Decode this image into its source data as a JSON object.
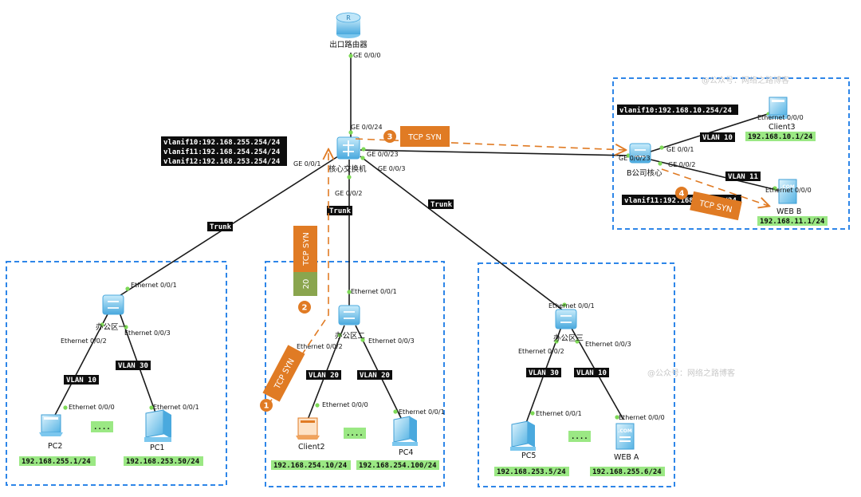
{
  "router": {
    "name": "出口路由器",
    "port": "GE 0/0/0"
  },
  "core": {
    "name": "核心交换机",
    "ports": {
      "up": "GE 0/0/24",
      "b": "GE 0/0/23",
      "left": "GE 0/0/1",
      "mid": "GE 0/0/2",
      "right": "GE 0/0/3"
    },
    "vlanifs": [
      "vlanif10:192.168.255.254/24",
      "vlanif11:192.168.254.254/24",
      "vlanif12:192.168.253.254/24"
    ]
  },
  "trunk_label": "Trunk",
  "steps": [
    {
      "number": "1",
      "label": "TCP SYN"
    },
    {
      "number": "2",
      "label": "TCP SYN",
      "port_value": "20"
    },
    {
      "number": "3",
      "label": "TCP SYN"
    },
    {
      "number": "4",
      "label": "TCP SYN"
    }
  ],
  "office1": {
    "name": "办公区一",
    "uplink": "Ethernet 0/0/1",
    "port_left": "Ethernet 0/0/2",
    "port_right": "Ethernet 0/0/3",
    "vlan_left": "VLAN 10",
    "vlan_right": "VLAN 30",
    "left_host": {
      "name": "PC2",
      "port": "Ethernet 0/0/0",
      "ip": "192.168.255.1/24"
    },
    "right_host": {
      "name": "PC1",
      "port": "Ethernet 0/0/1",
      "ip": "192.168.253.50/24"
    },
    "ellipsis": "...."
  },
  "office2": {
    "name": "办公区二",
    "uplink": "Ethernet 0/0/1",
    "port_left": "Ethernet 0/0/2",
    "port_right": "Ethernet 0/0/3",
    "vlan_left": "VLAN 20",
    "vlan_right": "VLAN 20",
    "left_host": {
      "name": "Client2",
      "port": "Ethernet 0/0/0",
      "ip": "192.168.254.10/24"
    },
    "right_host": {
      "name": "PC4",
      "port": "Ethernet 0/0/1",
      "ip": "192.168.254.100/24"
    },
    "ellipsis": "...."
  },
  "office3": {
    "name": "办公区三",
    "uplink": "Ethernet 0/0/1",
    "port_left": "Ethernet 0/0/2",
    "port_right": "Ethernet 0/0/3",
    "vlan_left": "VLAN 30",
    "vlan_right": "VLAN 10",
    "left_host": {
      "name": "PC5",
      "port": "Ethernet 0/0/1",
      "ip": "192.168.253.5/24"
    },
    "right_host": {
      "name": "WEB A",
      "port": "Ethernet 0/0/0",
      "ip": "192.168.255.6/24"
    },
    "ellipsis": "...."
  },
  "b_company": {
    "core_name": "B公司核心",
    "port_uplink": "GE 0/0/23",
    "port_1": "GE 0/0/1",
    "port_2": "GE 0/0/2",
    "vlanif10": "vlanif10:192.168.10.254/24",
    "vlanif11": "vlanif11:192.168.11.254/24",
    "vlan_top": "VLAN 10",
    "vlan_bottom": "VLAN 11",
    "client3": {
      "name": "Client3",
      "port": "Ethernet 0/0/0",
      "ip": "192.168.10.1/24"
    },
    "webb": {
      "name": "WEB B",
      "port": "Ethernet 0/0/0",
      "ip": "192.168.11.1/24"
    }
  },
  "watermark": "@公众号：网络之路博客",
  "colors": {
    "orange": "#e07b24",
    "port_green": "#8aa54e",
    "ip_green": "#9be884",
    "dashed_blue": "#2e86e8",
    "device_blue": "#5ab4e6",
    "dot_green": "#7ed957"
  }
}
